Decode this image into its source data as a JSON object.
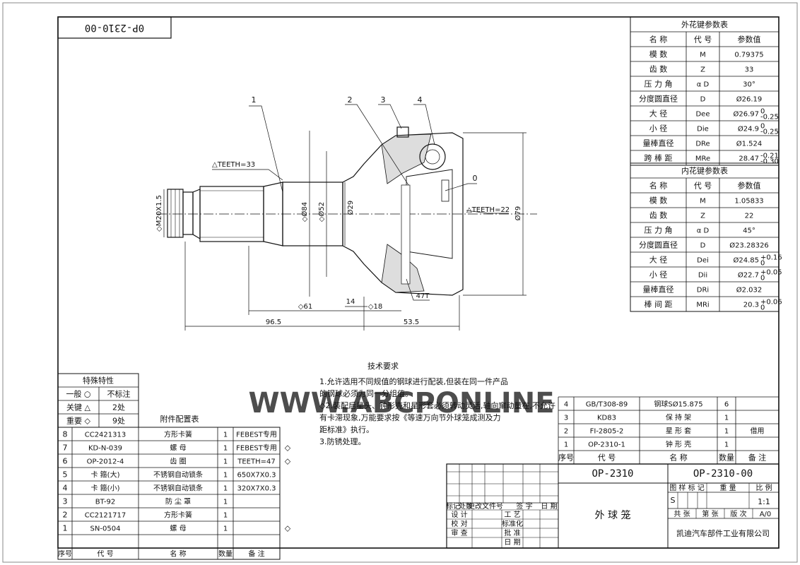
{
  "stamp": "0P-2310-00",
  "outer_spline": {
    "title": "外花键参数表",
    "headers": [
      "名 称",
      "代 号",
      "参数值"
    ],
    "rows": [
      {
        "name": "模    数",
        "code": "M",
        "value": "0.79375"
      },
      {
        "name": "齿    数",
        "code": "Z",
        "value": "33"
      },
      {
        "name": "压 力 角",
        "code": "α D",
        "value": "30°"
      },
      {
        "name": "分度圆直径",
        "code": "D",
        "value": "Ø26.19"
      },
      {
        "name": "大    径",
        "code": "Dee",
        "value": "Ø26.97",
        "tol_up": "0",
        "tol_lo": "-0.25"
      },
      {
        "name": "小    径",
        "code": "Die",
        "value": "Ø24.9",
        "tol_up": "0",
        "tol_lo": "-0.25"
      },
      {
        "name": "量棒直径",
        "code": "DRe",
        "value": "Ø1.524"
      },
      {
        "name": "跨 棒 距",
        "code": "MRe",
        "value": "28.47",
        "tol_up": "-0.21",
        "tol_lo": "-0.30"
      }
    ]
  },
  "inner_spline": {
    "title": "内花键参数表",
    "headers": [
      "名 称",
      "代 号",
      "参数值"
    ],
    "rows": [
      {
        "name": "模    数",
        "code": "M",
        "value": "1.05833"
      },
      {
        "name": "齿    数",
        "code": "Z",
        "value": "22"
      },
      {
        "name": "压 力 角",
        "code": "α D",
        "value": "45°"
      },
      {
        "name": "分度圆直径",
        "code": "D",
        "value": "Ø23.28326"
      },
      {
        "name": "大    径",
        "code": "Dei",
        "value": "Ø24.85",
        "tol_up": "+0.16",
        "tol_lo": "0"
      },
      {
        "name": "小    径",
        "code": "Dii",
        "value": "Ø22.7",
        "tol_up": "+0.05",
        "tol_lo": "0"
      },
      {
        "name": "量棒直径",
        "code": "DRi",
        "value": "Ø2.032"
      },
      {
        "name": "棒 间 距",
        "code": "MRi",
        "value": "20.3",
        "tol_up": "+0.06",
        "tol_lo": "0"
      }
    ]
  },
  "drawing": {
    "callouts": [
      "1",
      "2",
      "3",
      "4",
      "0"
    ],
    "teeth_shaft": "△TEETH=33",
    "teeth_inner": "△TEETH=22",
    "thread": "◇M20X1.5",
    "dia_84": "◇Ø84",
    "dia_52": "◇Ø52",
    "dia_29": "Ø29",
    "dia_79": "Ø79",
    "len_61": "◇61",
    "len_14": "14",
    "len_18": "◇18",
    "len_96": "96.5",
    "len_53": "53.5",
    "abs_teeth": "47T"
  },
  "tech_req": {
    "title": "技术要求",
    "lines": [
      "1.允许选用不同规值的钢球进行配装,但装在同一件产品",
      "  的钢球必须为同一分组值。",
      "◇2.装配后星头、钟形壳和星形套必须转动灵活,轴向窜动量在,不允许",
      "  有卡滞现象,万能要求按《等速万向节外球笼成测及力",
      "  距标准》执行。",
      "3.防锈处理。"
    ]
  },
  "watermark": "WWW.ABCPONLINE",
  "special": {
    "title": "特殊特性",
    "rows": [
      {
        "a": "一般 ○",
        "b": "不标注"
      },
      {
        "a": "关键 △",
        "b": "2处"
      },
      {
        "a": "重要 ◇",
        "b": "9处"
      }
    ]
  },
  "accessory_title": "附件配置表",
  "accessory": {
    "headers": [
      "序号",
      "代    号",
      "名    称",
      "数量",
      "备  注"
    ],
    "rows": [
      {
        "no": "8",
        "code": "CC2421313",
        "name": "方形卡簧",
        "qty": "1",
        "note": "FEBEST专用",
        "mark": ""
      },
      {
        "no": "7",
        "code": "KD-N-039",
        "name": "螺  母",
        "qty": "1",
        "note": "FEBEST专用",
        "mark": "◇"
      },
      {
        "no": "6",
        "code": "OP-2012-4",
        "name": "齿  圈",
        "qty": "1",
        "note": "TEETH=47",
        "mark": "◇"
      },
      {
        "no": "5",
        "code": "卡 箍(大)",
        "name": "不锈钢自动锁条",
        "qty": "1",
        "note": "650X7X0.3",
        "mark": ""
      },
      {
        "no": "4",
        "code": "卡 箍(小)",
        "name": "不锈钢自动锁条",
        "qty": "1",
        "note": "320X7X0.3",
        "mark": ""
      },
      {
        "no": "3",
        "code": "BT-92",
        "name": "防 尘 罩",
        "qty": "1",
        "note": "",
        "mark": ""
      },
      {
        "no": "2",
        "code": "CC2121717",
        "name": "方形卡簧",
        "qty": "1",
        "note": "",
        "mark": ""
      },
      {
        "no": "1",
        "code": "SN-0504",
        "name": "螺  母",
        "qty": "1",
        "note": "",
        "mark": "◇"
      }
    ]
  },
  "bom": {
    "headers": [
      "序号",
      "代    号",
      "名    称",
      "数量",
      "备  注"
    ],
    "rows": [
      {
        "no": "4",
        "code": "GB/T308-89",
        "name": "钢球SØ15.875",
        "qty": "6",
        "note": ""
      },
      {
        "no": "3",
        "code": "KD83",
        "name": "保 持 架",
        "qty": "1",
        "note": ""
      },
      {
        "no": "2",
        "code": "FI-2805-2",
        "name": "星 形 套",
        "qty": "1",
        "note": "借用"
      },
      {
        "no": "1",
        "code": "OP-2310-1",
        "name": "钟 形 壳",
        "qty": "1",
        "note": ""
      }
    ]
  },
  "title_block": {
    "part_no": "OP-2310",
    "drawing_no": "OP-2310-00",
    "part_name": "外 球 笼",
    "company": "凯迪汽车部件工业有限公司",
    "attr_headers": [
      "图 样 标 记",
      "重 量",
      "比 例"
    ],
    "mark": "S",
    "scale": "1:1",
    "sheet_labels": [
      "共  张",
      "第  张",
      "版 次",
      "A/0"
    ],
    "rev_headers": [
      "标记",
      "处数",
      "更改文件号",
      "签 字",
      "日 期"
    ],
    "sign_left": [
      "设 计",
      "校 对",
      "审 查"
    ],
    "sign_right": [
      "工 艺",
      "标准化",
      "批 准",
      "日 期"
    ]
  }
}
